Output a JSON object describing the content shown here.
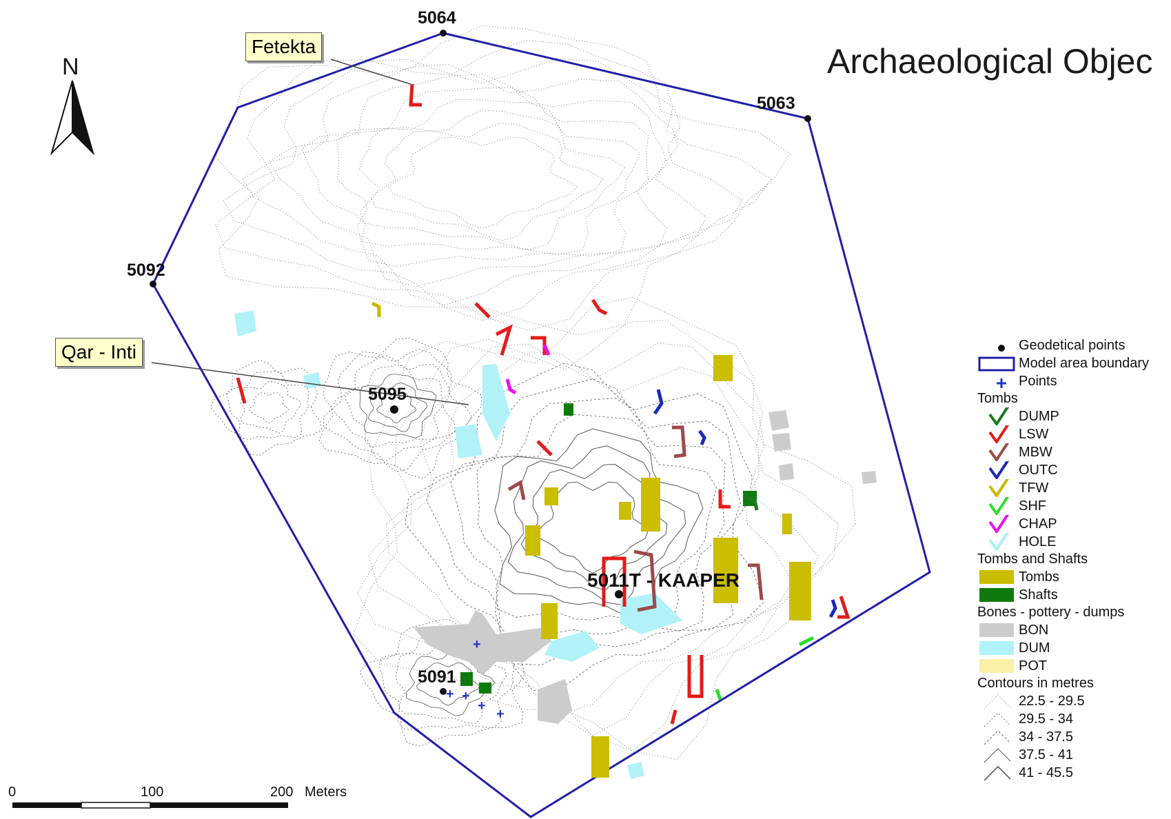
{
  "title": "Archaeological Objec",
  "north_label": "N",
  "callouts": {
    "fetekta": "Fetekta",
    "qar_inti": "Qar - Inti"
  },
  "geodetic_points": {
    "p5064": "5064",
    "p5063": "5063",
    "p5092": "5092",
    "p5095": "5095",
    "p5011": "5011T - KAAPER",
    "p5091": "5091"
  },
  "legend": {
    "geodetical_points": "Geodetical points",
    "model_area_boundary": "Model area boundary",
    "points": "Points",
    "tombs_header": "Tombs",
    "tombs": [
      {
        "label": "DUMP",
        "color": "#1a7a1a"
      },
      {
        "label": "LSW",
        "color": "#e41b1b"
      },
      {
        "label": "MBW",
        "color": "#9b4a4a"
      },
      {
        "label": "OUTC",
        "color": "#1c2ab8"
      },
      {
        "label": "TFW",
        "color": "#c9b800"
      },
      {
        "label": "SHF",
        "color": "#2adf2a"
      },
      {
        "label": "CHAP",
        "color": "#ee10ee"
      },
      {
        "label": "HOLE",
        "color": "#a8f0f5"
      }
    ],
    "tombs_shafts_header": "Tombs and Shafts",
    "tombs_shafts": [
      {
        "label": "Tombs",
        "color": "#cbbd00"
      },
      {
        "label": "Shafts",
        "color": "#0e7a0e"
      }
    ],
    "bones_header": "Bones - pottery - dumps",
    "bones": [
      {
        "label": "BON",
        "color": "#cccccc"
      },
      {
        "label": "DUM",
        "color": "#b0f2f8"
      },
      {
        "label": "POT",
        "color": "#fbf0a8"
      }
    ],
    "contours_header": "Contours in metres",
    "contours": [
      "22.5 - 29.5",
      "29.5 - 34",
      "34 - 37.5",
      "37.5 - 41",
      "41 - 45.5"
    ]
  },
  "scale_bar": {
    "labels": [
      "0",
      "100",
      "200"
    ],
    "unit": "Meters"
  },
  "colors": {
    "boundary": "#1f1fa8",
    "contour": "#555555"
  }
}
